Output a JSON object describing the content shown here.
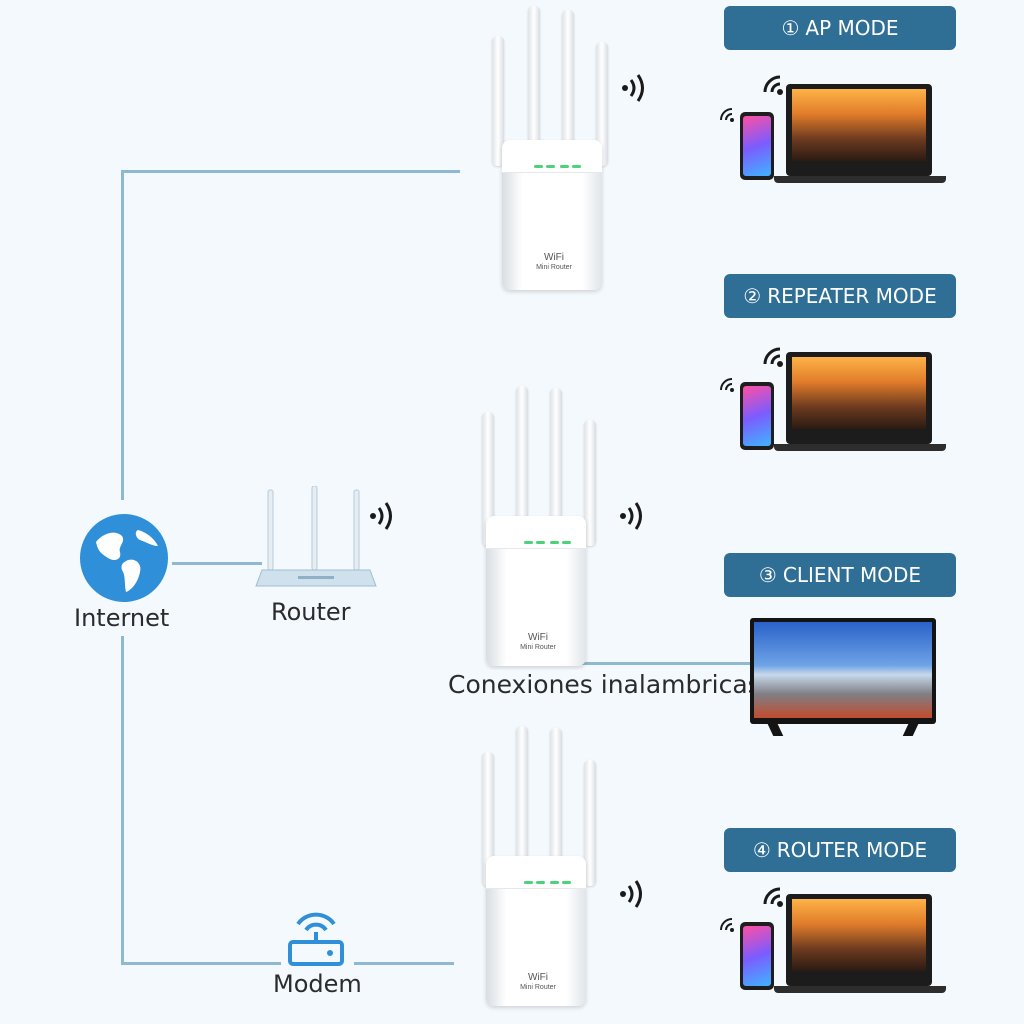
{
  "nodes": {
    "internet_label": "Internet",
    "router_label": "Router",
    "modem_label": "Modem",
    "wireless_label": "Conexiones inalambricas"
  },
  "modes": [
    {
      "num": "①",
      "label": "AP MODE"
    },
    {
      "num": "②",
      "label": "REPEATER MODE"
    },
    {
      "num": "③",
      "label": "CLIENT MODE"
    },
    {
      "num": "④",
      "label": "ROUTER MODE"
    }
  ],
  "device": {
    "logo": "WiFi",
    "sublabel": "Mini Router"
  },
  "colors": {
    "badge": "#2f6f96",
    "connector": "#8fb9d3",
    "globe": "#2f8fd8",
    "led": "#4bd37a"
  },
  "icons": [
    "globe-icon",
    "router-icon",
    "modem-icon",
    "wifi-signal-icon",
    "laptop-icon",
    "smartphone-icon",
    "tv-icon"
  ]
}
